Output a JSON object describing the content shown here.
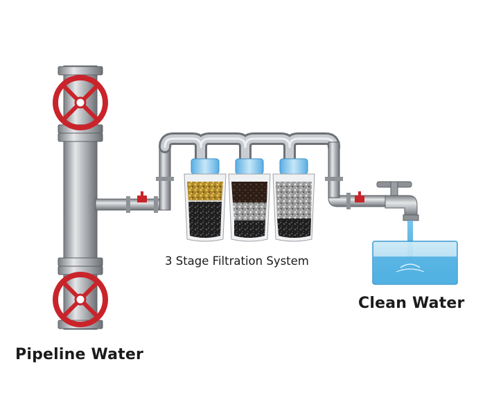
{
  "labels": {
    "filtration_system": "3 Stage Filtration System",
    "clean_water": "Clean Water",
    "pipeline_water": "Pipeline Water"
  },
  "colors": {
    "pipe": "#a4a7ac",
    "pipe_dark": "#6f7378",
    "valve_wheel": "#c9242b",
    "water": "#4fb3e8",
    "basin": "#a9dbf2",
    "filter_cap": "#7fc3ee"
  },
  "filters": [
    {
      "stage": "stage-1",
      "top_media": "golden granules",
      "bottom_media": "black carbon"
    },
    {
      "stage": "stage-2",
      "top_media": "dark brown granules",
      "bottom_media": "gray & black"
    },
    {
      "stage": "stage-3",
      "top_media": "gray granules",
      "bottom_media": "black carbon"
    }
  ]
}
